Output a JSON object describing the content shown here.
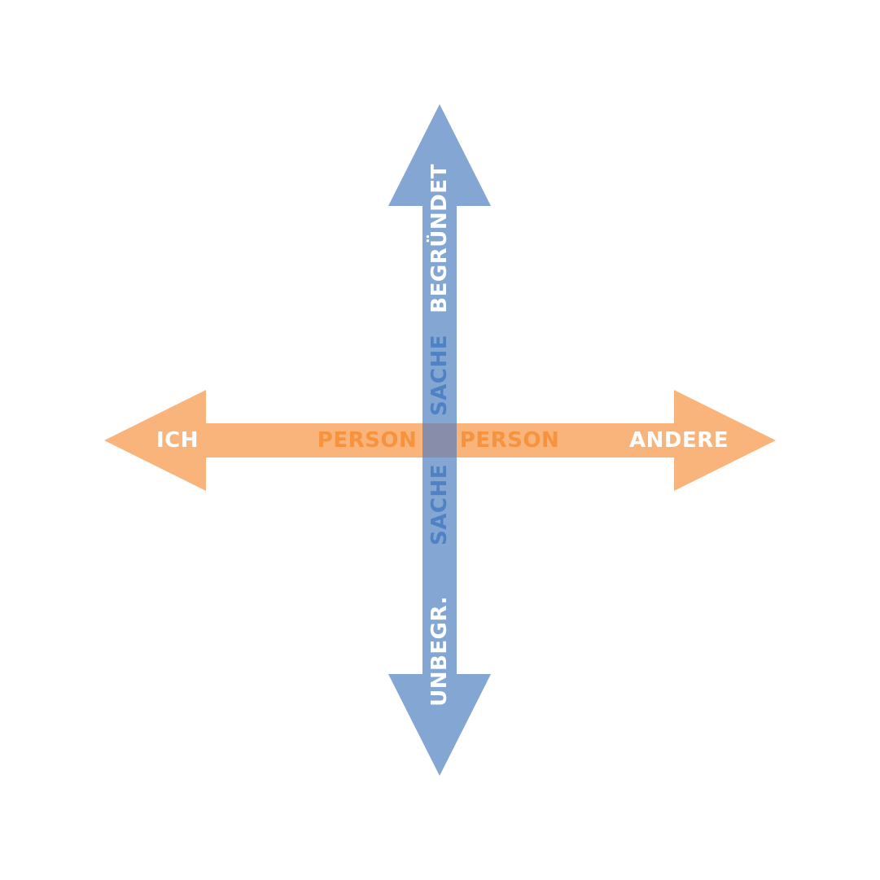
{
  "colors": {
    "background": "#ffffff",
    "horizontal_arrow": "#f9b47c",
    "vertical_arrow": "#83a6d3",
    "overlap": "#888ea9",
    "white_text": "#ffffff",
    "person_text": "#f7923d",
    "sache_text": "#4f82c4"
  },
  "horizontal_axis": {
    "left_end": "ICH",
    "right_end": "ANDERE",
    "left_inner": "PERSON",
    "right_inner": "PERSON"
  },
  "vertical_axis": {
    "top_end": "BEGRÜNDET",
    "bottom_end": "UNBEGR.",
    "top_inner": "SACHE",
    "bottom_inner": "SACHE"
  }
}
